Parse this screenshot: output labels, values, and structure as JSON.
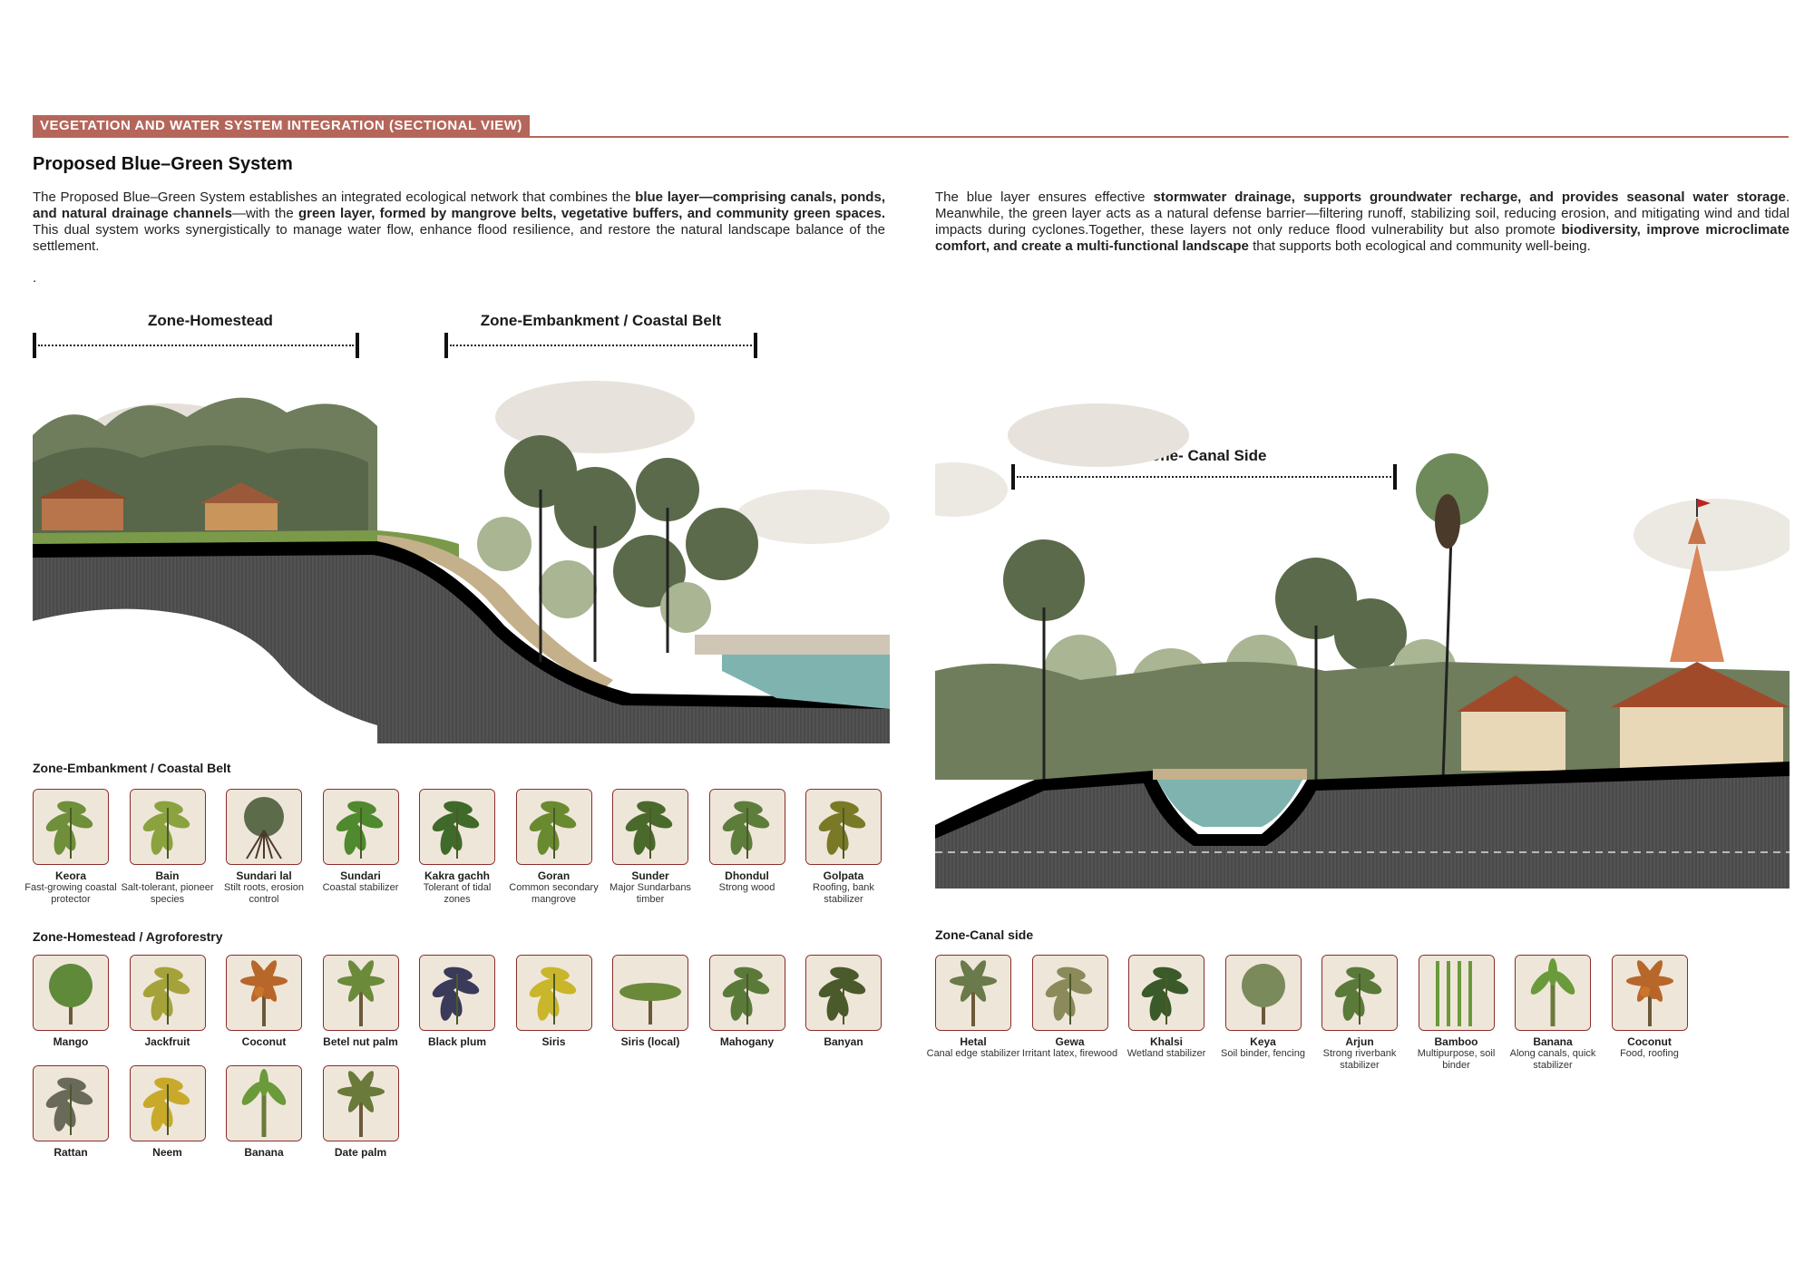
{
  "header": {
    "banner": "VEGETATION AND WATER SYSTEM INTEGRATION (SECTIONAL VIEW)",
    "title": "Proposed Blue–Green System"
  },
  "intro": {
    "p1_a": "The Proposed Blue–Green System establishes an integrated ecological network that combines the ",
    "p1_b": "blue layer—comprising canals, ponds, and natural drainage channels",
    "p1_c": "—with the ",
    "p1_d": "green layer, formed by mangrove belts, vegetative buffers, and community green spaces.",
    "p1_e": " This dual system works synergistically to manage water flow, enhance flood resilience, and restore the natural landscape balance of the settlement.",
    "dot": ".",
    "p2_a": "The blue layer ensures effective ",
    "p2_b": "stormwater drainage, supports groundwater recharge, and provides seasonal water storage",
    "p2_c": ". Meanwhile, the green layer acts as a natural defense barrier—filtering runoff, stabilizing soil, reducing erosion, and mitigating wind and tidal impacts during cyclones.Together, these layers not only reduce flood vulnerability but also promote ",
    "p2_d": "biodiversity, improve microclimate comfort, and create a multi-functional landscape",
    "p2_e": " that supports both ecological and community well-being."
  },
  "zones": {
    "homestead": "Zone-Homestead",
    "embankment": "Zone-Embankment / Coastal Belt",
    "canal": "Zone- Canal Side"
  },
  "groups": {
    "embankment": {
      "heading": "Zone-Embankment / Coastal Belt",
      "plants": [
        {
          "name": "Keora",
          "desc": "Fast-growing coastal protector",
          "icon": "leaf-cluster-icon",
          "color": "#6f8f3a"
        },
        {
          "name": "Bain",
          "desc": "Salt-tolerant, pioneer species",
          "icon": "fruit-cluster-icon",
          "color": "#8aa33f"
        },
        {
          "name": "Sundari lal",
          "desc": "Stilt roots, erosion control",
          "icon": "mangrove-root-icon",
          "color": "#5c6b4a"
        },
        {
          "name": "Sundari",
          "desc": "Coastal stabilizer",
          "icon": "broad-leaf-icon",
          "color": "#4f8a2e"
        },
        {
          "name": "Kakra gachh",
          "desc": "Tolerant of tidal zones",
          "icon": "leaf-rosette-icon",
          "color": "#3f6a2a"
        },
        {
          "name": "Goran",
          "desc": "Common secondary mangrove",
          "icon": "leaf-spray-icon",
          "color": "#6a8a30"
        },
        {
          "name": "Sunder",
          "desc": "Major Sundarbans timber",
          "icon": "leaf-bud-icon",
          "color": "#4a6a2c"
        },
        {
          "name": "Dhondul",
          "desc": "Strong wood",
          "icon": "round-fruit-icon",
          "color": "#5d7d3a"
        },
        {
          "name": "Golpata",
          "desc": "Roofing, bank stabilizer",
          "icon": "palm-frond-icon",
          "color": "#7a7a26"
        }
      ]
    },
    "homestead": {
      "heading": "Zone-Homestead / Agroforestry",
      "plants": [
        {
          "name": "Mango",
          "desc": "",
          "icon": "round-tree-icon",
          "color": "#5f8a3a"
        },
        {
          "name": "Jackfruit",
          "desc": "",
          "icon": "jackfruit-icon",
          "color": "#a6a23a"
        },
        {
          "name": "Coconut",
          "desc": "",
          "icon": "coconut-icon",
          "color": "#b8672a"
        },
        {
          "name": "Betel nut palm",
          "desc": "",
          "icon": "palm-tree-icon",
          "color": "#6b8a3a"
        },
        {
          "name": "Black plum",
          "desc": "",
          "icon": "berry-branch-icon",
          "color": "#3a3a5a"
        },
        {
          "name": "Siris",
          "desc": "",
          "icon": "flower-branch-icon",
          "color": "#c9b62a"
        },
        {
          "name": "Siris (local)",
          "desc": "",
          "icon": "umbrella-tree-icon",
          "color": "#6a8a3a"
        },
        {
          "name": "Mahogany",
          "desc": "",
          "icon": "leaf-stalk-icon",
          "color": "#5a7a3a"
        },
        {
          "name": "Banyan",
          "desc": "",
          "icon": "heart-leaf-icon",
          "color": "#4a5a2a"
        },
        {
          "name": "Rattan",
          "desc": "",
          "icon": "rattan-sketch-icon",
          "color": "#6a6a5a"
        },
        {
          "name": "Neem",
          "desc": "",
          "icon": "hanging-flower-icon",
          "color": "#c9a92a"
        },
        {
          "name": "Banana",
          "desc": "",
          "icon": "banana-plant-icon",
          "color": "#6a9a3a"
        },
        {
          "name": "Date palm",
          "desc": "",
          "icon": "date-palm-icon",
          "color": "#6a7a3a"
        }
      ]
    },
    "canal": {
      "heading": "Zone-Canal side",
      "plants": [
        {
          "name": "Hetal",
          "desc": "Canal edge stabilizer",
          "icon": "palm-cluster-icon",
          "color": "#6a7a4a"
        },
        {
          "name": "Gewa",
          "desc": "Irritant latex, firewood",
          "icon": "shrub-icon",
          "color": "#8a8a5a"
        },
        {
          "name": "Khalsi",
          "desc": "Wetland stabilizer",
          "icon": "berry-branch-icon",
          "color": "#3a5a2a"
        },
        {
          "name": "Keya",
          "desc": "Soil binder, fencing",
          "icon": "weeping-tree-icon",
          "color": "#7a8a5a"
        },
        {
          "name": "Arjun",
          "desc": "Strong riverbank stabilizer",
          "icon": "flower-branch-icon",
          "color": "#5a7a3a"
        },
        {
          "name": "Bamboo",
          "desc": "Multipurpose, soil binder",
          "icon": "bamboo-icon",
          "color": "#6a9a3a"
        },
        {
          "name": "Banana",
          "desc": "Along canals, quick stabilizer",
          "icon": "banana-plant-icon",
          "color": "#6a9a3a"
        },
        {
          "name": "Coconut",
          "desc": "Food, roofing",
          "icon": "coconut-icon",
          "color": "#b8672a"
        }
      ]
    }
  },
  "colors": {
    "accent": "#b5665a",
    "card_border": "#8a2c2c",
    "card_bg": "#efe6da",
    "ground": "#4a4a4a",
    "water": "#7fb3b0",
    "temple": "#d9865a"
  }
}
